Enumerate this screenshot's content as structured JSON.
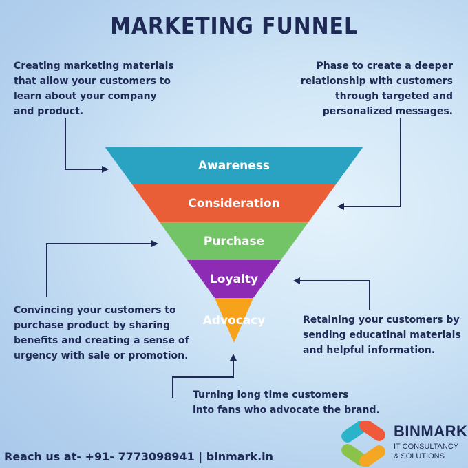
{
  "title": "MARKETING FUNNEL",
  "stages": [
    {
      "label": "Awareness",
      "color": "#2aa3c2"
    },
    {
      "label": "Consideration",
      "color": "#ea5e37"
    },
    {
      "label": "Purchase",
      "color": "#72c466"
    },
    {
      "label": "Loyalty",
      "color": "#8e2bb4"
    },
    {
      "label": "Advocacy",
      "color": "#f6a21b"
    }
  ],
  "descriptions": {
    "awareness": "Creating marketing materials\nthat allow your customers to\nlearn about your company\nand product.",
    "consideration": "Phase to create a deeper\nrelationship with customers\nthrough targeted and\npersonalized messages.",
    "purchase": "Convincing your customers to\npurchase product by sharing\nbenefits and creating a sense of\nurgency with sale or promotion.",
    "loyalty": "Retaining your customers by\nsending educatinal materials\nand helpful information.",
    "advocacy": "Turning long time customers\ninto fans who advocate the brand."
  },
  "footer": "Reach us at- +91- 7773098941 | binmark.in",
  "brand": {
    "name": "BINMARK",
    "subtitle": "IT CONSULTANCY\n& SOLUTIONS"
  },
  "colors": {
    "text": "#1e2a55",
    "arrow": "#1e2a55"
  }
}
